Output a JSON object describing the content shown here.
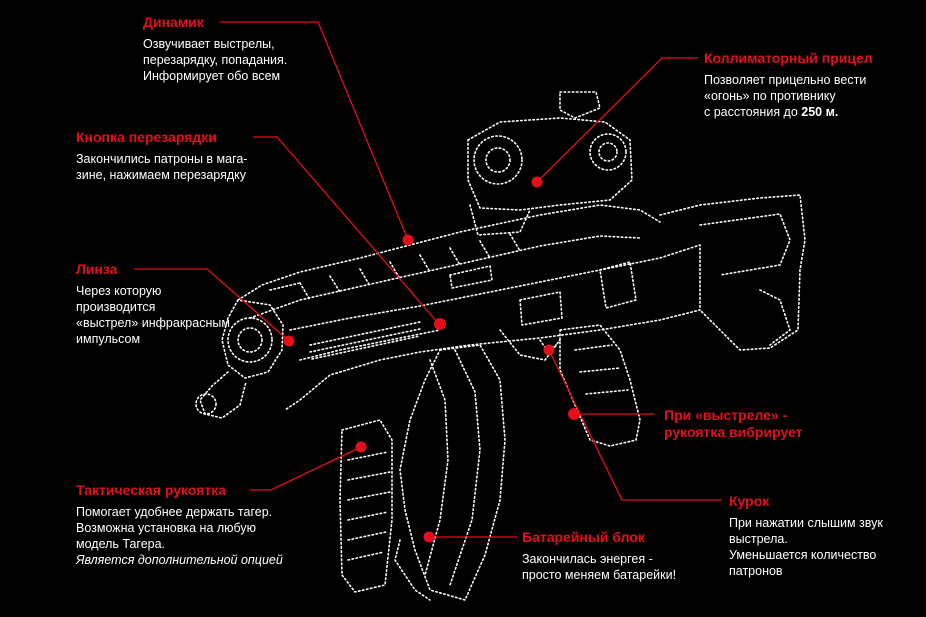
{
  "colors": {
    "accent": "#e3101b",
    "outline": "#ffffff",
    "background": "#000000"
  },
  "callouts": {
    "speaker": {
      "title": "Динамик",
      "lines": [
        "Озвучивает выстрелы,",
        "перезарядку, попадания.",
        "Информирует обо всем"
      ]
    },
    "sight": {
      "title": "Коллиматорный прицел",
      "lines": [
        "Позволяет прицельно вести",
        "«огонь» по противнику"
      ],
      "line3_prefix": "с расстояния до ",
      "line3_bold": "250 м."
    },
    "reload": {
      "title": "Кнопка перезарядки",
      "lines": [
        "Закончились патроны в мага-",
        "зине, нажимаем перезарядку"
      ]
    },
    "lens": {
      "title": "Линза",
      "lines": [
        "Через которую",
        "производится",
        "«выстрел» инфракрасным",
        "импульсом"
      ]
    },
    "grip_vibrate": {
      "title_line1": "При «выстреле» -",
      "title_line2": "рукоятка вибрирует"
    },
    "tactical_grip": {
      "title": "Тактическая рукоятка",
      "lines": [
        "Помогает удобнее держать тагер.",
        "Возможна установка на любую",
        "модель Тагера."
      ],
      "italic": "Является дополнительной опцией"
    },
    "trigger": {
      "title": "Курок",
      "lines": [
        "При нажатии слышим звук",
        "выстрела.",
        "Уменьшается количество",
        "патронов"
      ]
    },
    "battery": {
      "title": "Батарейный блок",
      "lines": [
        "Закончилась энергея -",
        "просто меняем батарейки!"
      ]
    }
  }
}
